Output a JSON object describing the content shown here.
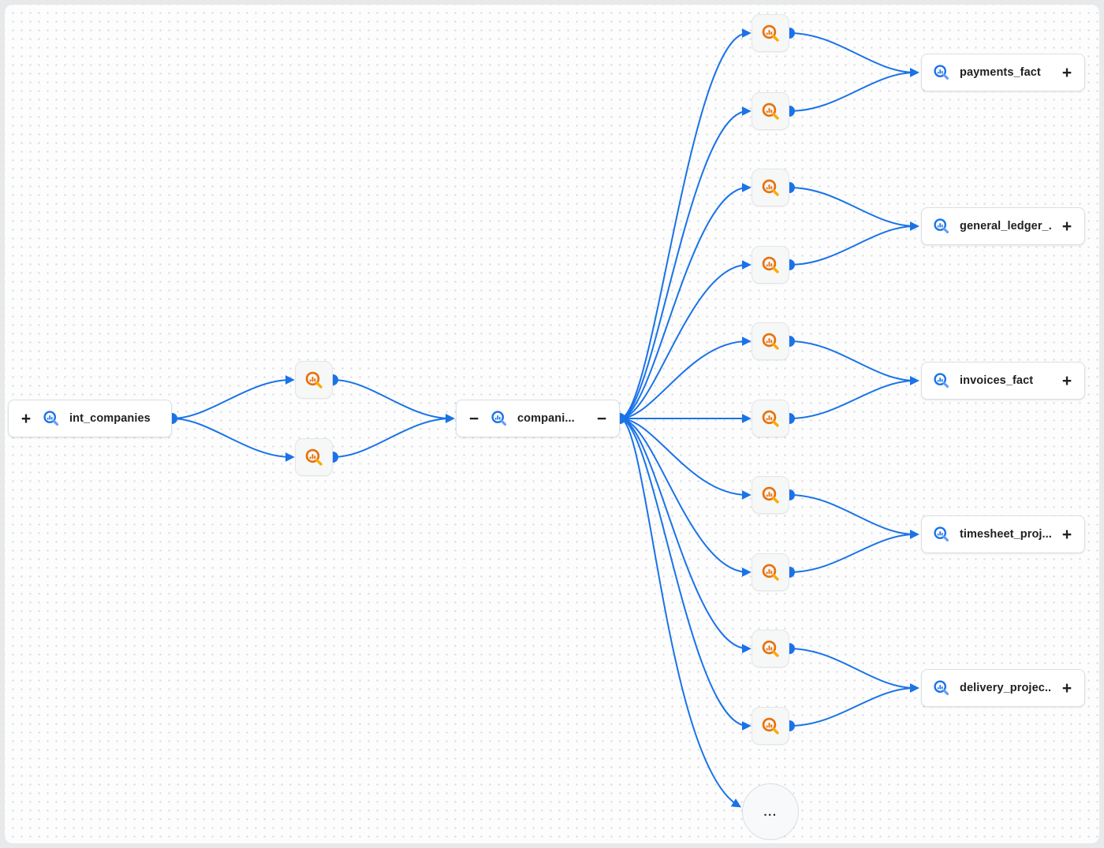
{
  "colors": {
    "edge": "#1a73e8",
    "orange_icon": "#e8710a",
    "orange_icon_handle": "#f9ab00",
    "blue_icon": "#1a73e8",
    "blue_icon_handle": "#669df6",
    "node_text": "#202124"
  },
  "graph": {
    "source_node": {
      "label": "int_companies",
      "expand_button": "+",
      "icon": "search-chart-icon"
    },
    "center_node": {
      "label": "compani...",
      "collapse_upstream_button": "−",
      "collapse_downstream_button": "−",
      "icon": "search-chart-icon"
    },
    "target_nodes": [
      {
        "label": "payments_fact",
        "expand_button": "+"
      },
      {
        "label": "general_ledger_...",
        "expand_button": "+"
      },
      {
        "label": "invoices_fact",
        "expand_button": "+"
      },
      {
        "label": "timesheet_proj...",
        "expand_button": "+"
      },
      {
        "label": "delivery_projec...",
        "expand_button": "+"
      }
    ],
    "intermediate_nodes": {
      "upstream_count": 2,
      "downstream_count": 10,
      "icon": "search-chart-icon"
    },
    "overflow_node": {
      "label": "..."
    }
  }
}
